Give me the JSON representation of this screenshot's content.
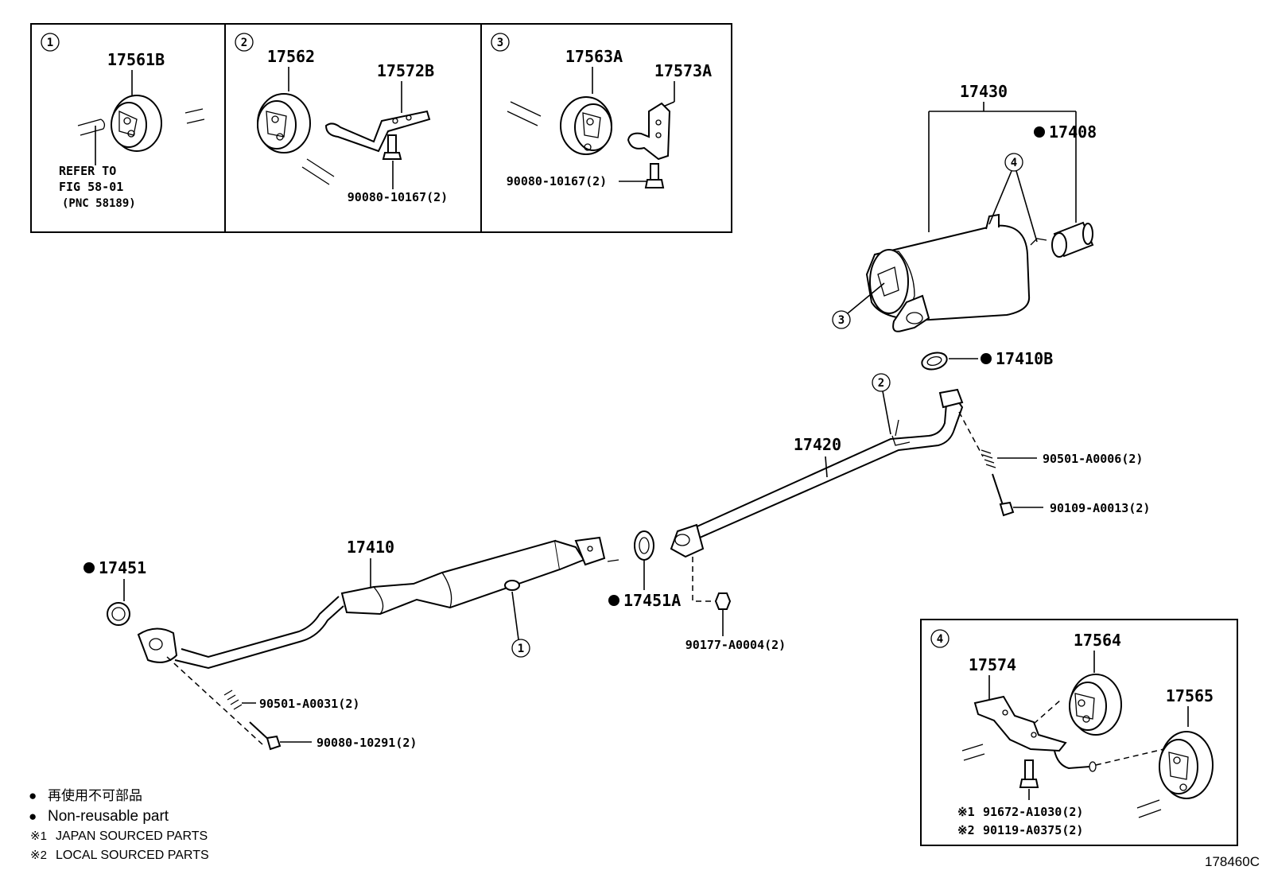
{
  "insets": [
    {
      "marker": "1",
      "labels": [
        "17561B"
      ],
      "note": [
        "REFER TO",
        "FIG 58-01",
        "(PNC 58189)"
      ]
    },
    {
      "marker": "2",
      "labels": [
        "17562",
        "17572B"
      ],
      "bolt": "90080-10167(2)"
    },
    {
      "marker": "3",
      "labels": [
        "17563A",
        "17573A"
      ],
      "bolt": "90080-10167(2)"
    },
    {
      "marker": "4",
      "labels": [
        "17574",
        "17564",
        "17565"
      ],
      "bolts": [
        "91672-A1030(2)",
        "90119-A0375(2)"
      ],
      "bolt_marks": [
        "※1",
        "※2"
      ]
    }
  ],
  "parts": {
    "muffler": "17430",
    "tail_tip": "17408",
    "gasket_center": "17410B",
    "center_pipe": "17420",
    "spring_center": "90501-A0006(2)",
    "bolt_center": "90109-A0013(2)",
    "front_pipe": "17410",
    "gasket_front": "17451",
    "gasket_mid": "17451A",
    "nut_mid": "90177-A0004(2)",
    "spring_front": "90501-A0031(2)",
    "bolt_front": "90080-10291(2)"
  },
  "callouts": {
    "muffler_hangers": "4",
    "muffler_rubber": "3",
    "center_hanger": "2",
    "front_hanger": "1"
  },
  "legend": [
    {
      "symbol": "●",
      "text": "再使用不可部品"
    },
    {
      "symbol": "●",
      "text": "Non-reusable part"
    },
    {
      "symbol": "※1",
      "text": "JAPAN SOURCED PARTS"
    },
    {
      "symbol": "※2",
      "text": "LOCAL SOURCED PARTS"
    }
  ],
  "figure_code": "178460C"
}
